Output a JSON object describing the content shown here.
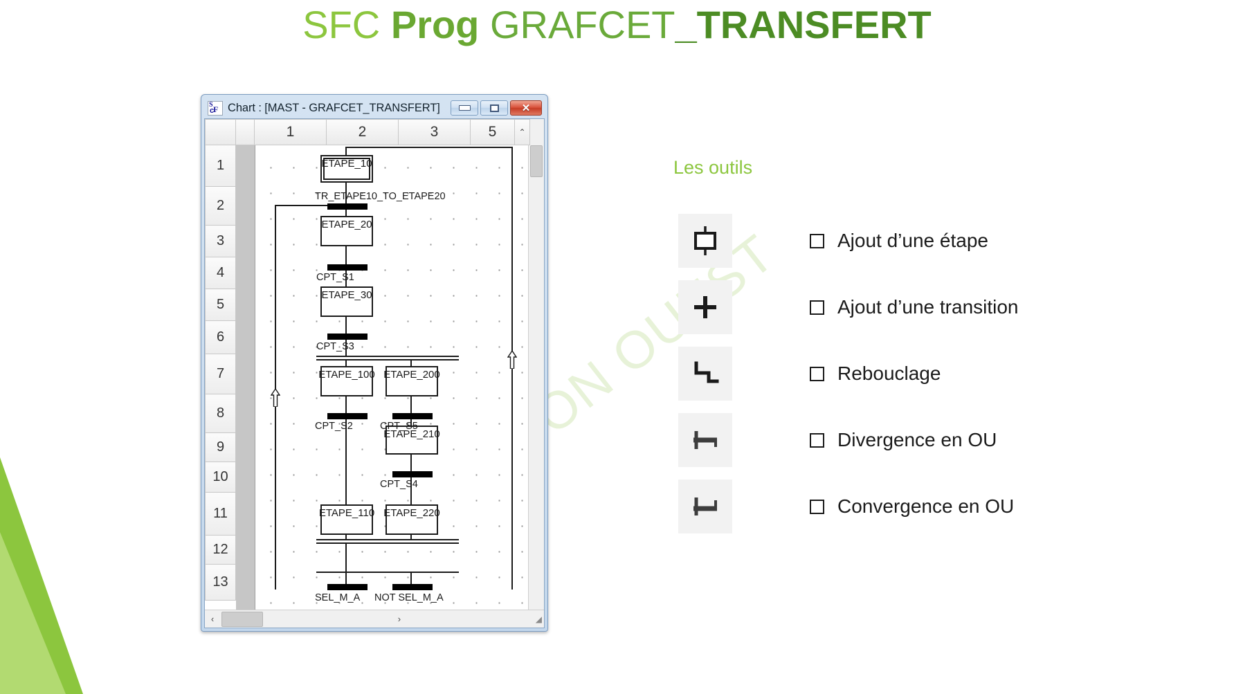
{
  "title": {
    "part1": "SFC ",
    "part2": "Prog ",
    "part3": "GRAFCET",
    "part4": "_TRANSFERT"
  },
  "watermark": "ON  OUEST",
  "window": {
    "icon_name": "sfc-icon",
    "title": "Chart : [MAST - GRAFCET_TRANSFERT]",
    "minimize_label": "–",
    "maximize_label": "▣",
    "close_label": "✕"
  },
  "grid": {
    "column_headers": [
      "1",
      "2",
      "3",
      "5"
    ],
    "row_headers": [
      "1",
      "2",
      "3",
      "4",
      "5",
      "6",
      "7",
      "8",
      "9",
      "10",
      "11",
      "12",
      "13"
    ],
    "scroll_up_label": "⌃",
    "scroll_left_label": "‹",
    "scroll_right_label": "›",
    "resize_grip": "◢"
  },
  "chart": {
    "steps": [
      {
        "name": "ETAPE_10",
        "initial": true
      },
      {
        "name": "ETAPE_20",
        "initial": false
      },
      {
        "name": "ETAPE_30",
        "initial": false
      },
      {
        "name": "ETAPE_100",
        "initial": false
      },
      {
        "name": "ETAPE_200",
        "initial": false
      },
      {
        "name": "ETAPE_210",
        "initial": false
      },
      {
        "name": "ETAPE_110",
        "initial": false
      },
      {
        "name": "ETAPE_220",
        "initial": false
      }
    ],
    "transitions": [
      {
        "name": "TR_ETAPE10_TO_ETAPE20"
      },
      {
        "name": "CPT_S1"
      },
      {
        "name": "CPT_S3"
      },
      {
        "name": "CPT_S2"
      },
      {
        "name": "CPT_S5"
      },
      {
        "name": "CPT_S4"
      },
      {
        "name": "SEL_M_A"
      },
      {
        "name": "NOT SEL_M_A"
      }
    ]
  },
  "tools": {
    "heading": "Les outils",
    "items": [
      {
        "icon": "add-step-icon",
        "label": "Ajout d’une étape"
      },
      {
        "icon": "add-transition-icon",
        "label": "Ajout d’une transition"
      },
      {
        "icon": "loop-back-icon",
        "label": "Rebouclage"
      },
      {
        "icon": "or-divergence-icon",
        "label": "Divergence en OU"
      },
      {
        "icon": "or-convergence-icon",
        "label": "Convergence en OU"
      }
    ]
  },
  "colors": {
    "title_light_green": "#8cc63e",
    "title_dark_green": "#4c8c24",
    "window_chrome": "#c3d7ec",
    "close_red": "#c63c25"
  }
}
